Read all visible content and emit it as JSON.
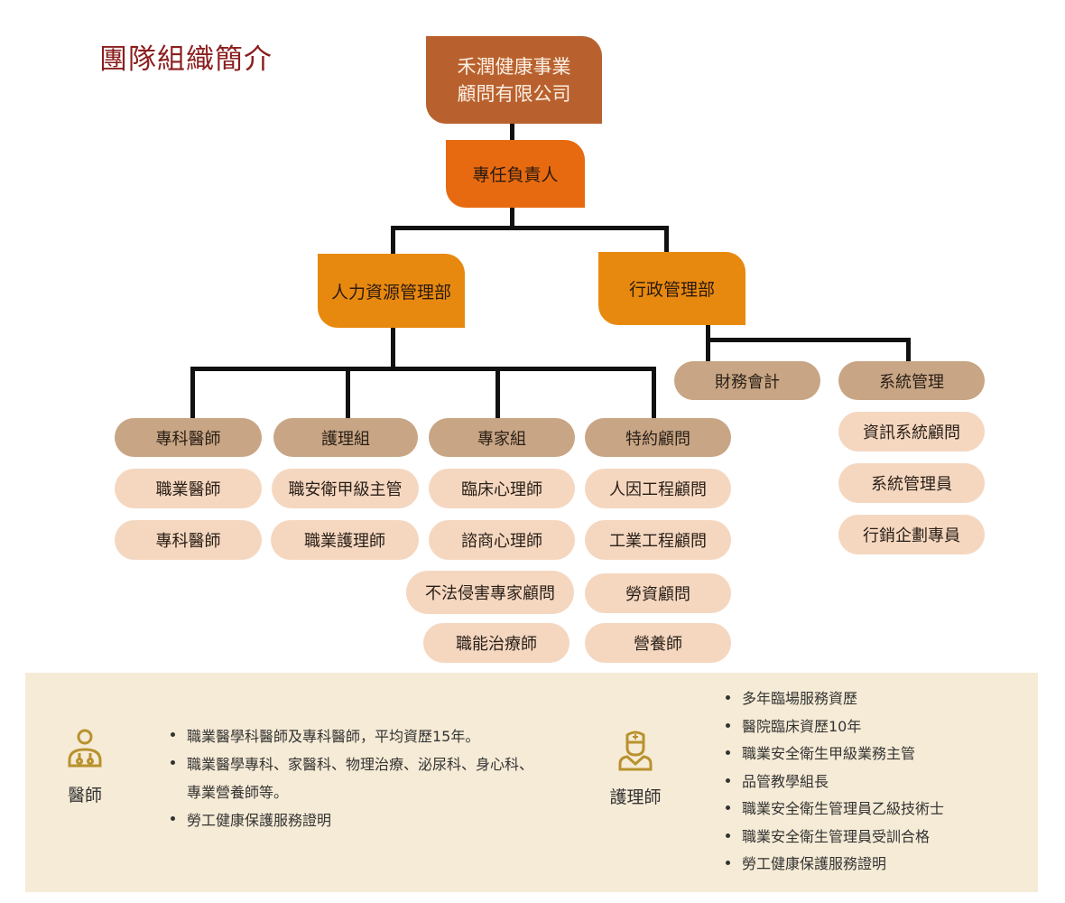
{
  "title": "團隊組織簡介",
  "company": {
    "line1": "禾潤健康事業",
    "line2": "顧問有限公司"
  },
  "lead": "專任負責人",
  "departments": {
    "hr": {
      "label": "人力資源管理部",
      "groups": [
        {
          "label": "專科醫師",
          "members": [
            "職業醫師",
            "專科醫師"
          ]
        },
        {
          "label": "護理組",
          "members": [
            "職安衛甲級主管",
            "職業護理師"
          ]
        },
        {
          "label": "專家組",
          "members": [
            "臨床心理師",
            "諮商心理師",
            "不法侵害專家顧問",
            "職能治療師"
          ]
        },
        {
          "label": "特約顧問",
          "members": [
            "人因工程顧問",
            "工業工程顧問",
            "勞資顧問",
            "營養師"
          ]
        }
      ]
    },
    "admin": {
      "label": "行政管理部",
      "groups": [
        {
          "label": "財務會計",
          "members": []
        },
        {
          "label": "系統管理",
          "members": [
            "資訊系統顧問",
            "系統管理員",
            "行銷企劃專員"
          ]
        }
      ]
    }
  },
  "panel": {
    "doctor": {
      "icon": "doctor-icon",
      "label": "醫師",
      "items": [
        "職業醫學科醫師及專科醫師，平均資歷15年。",
        "職業醫學專科、家醫科、物理治療、泌尿科、身心科、專業營養師等。",
        "勞工健康保護服務證明"
      ]
    },
    "nurse": {
      "icon": "nurse-icon",
      "label": "護理師",
      "items": [
        "多年臨場服務資歷",
        "醫院臨床資歷10年",
        "職業安全衛生甲級業務主管",
        "品管教學組長",
        "職業安全衛生管理員乙級技術士",
        "職業安全衛生管理員受訓合格",
        "勞工健康保護服務證明"
      ]
    }
  },
  "colors": {
    "company": "#B9612E",
    "lead": "#E86A10",
    "dept": "#E8890F",
    "group": "#C8A584",
    "member": "#F5D7C0",
    "panel": "#F6EBD6",
    "icon": "#B8922E",
    "title": "#8B1E1E"
  }
}
